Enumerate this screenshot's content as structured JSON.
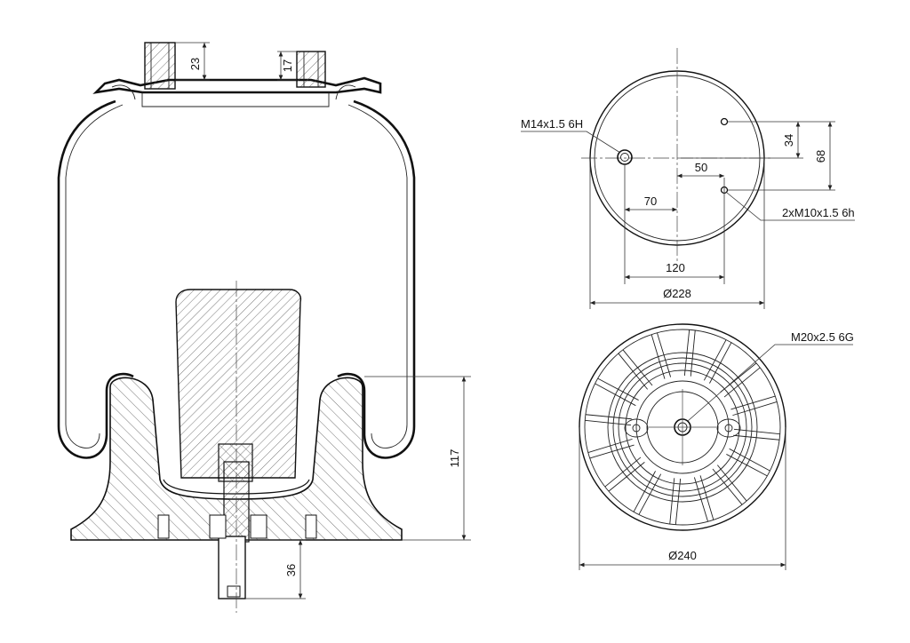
{
  "drawing": {
    "colors": {
      "line": "#111111",
      "hatch": "#555555",
      "paper": "#ffffff"
    },
    "side_view": {
      "dim_top_stud_long": "23",
      "dim_top_stud_short": "17",
      "dim_piston_height": "117",
      "dim_bottom_stud": "36"
    },
    "top_view": {
      "thread_main": "M14x1.5 6H",
      "thread_pair": "2xM10x1.5 6h",
      "dim_34": "34",
      "dim_68": "68",
      "dim_50": "50",
      "dim_70": "70",
      "dim_120": "120",
      "dim_diameter": "Ø228"
    },
    "bottom_view": {
      "thread_center": "M20x2.5 6G",
      "dim_diameter": "Ø240"
    }
  }
}
